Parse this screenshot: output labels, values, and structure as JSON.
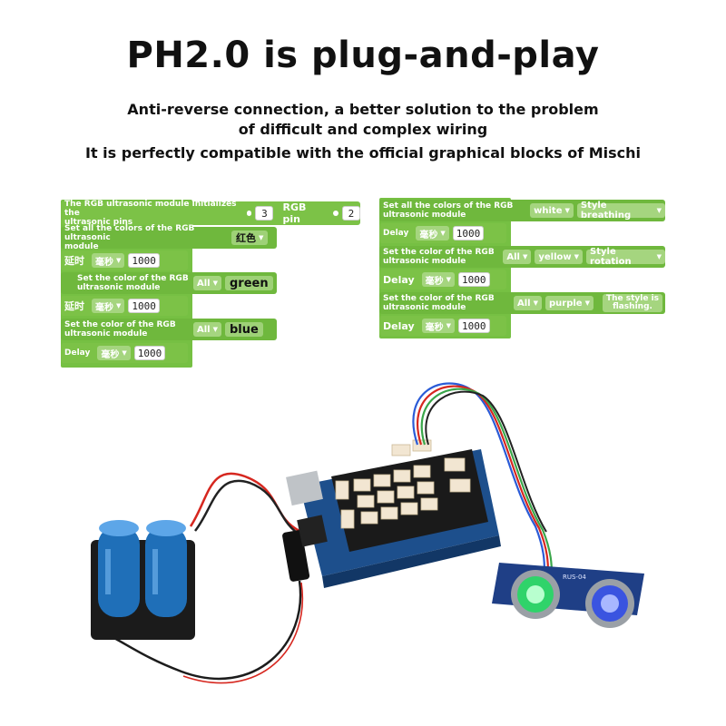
{
  "heading": {
    "title": "PH2.0 is plug-and-play",
    "subtitle_line1": "Anti-reverse connection, a better solution to the problem",
    "subtitle_line2": "of difficult and complex wiring",
    "subtitle_line3": "It is perfectly compatible with the official graphical blocks of Mischi"
  },
  "left_blocks": {
    "init_label_a": "The RGB ultrasonic module initializes the",
    "init_label_b": "ultrasonic pins",
    "init_pin_a": "3",
    "rgb_pin_label": "RGB pin",
    "rgb_pin_value": "2",
    "setall_label_a": "Set all the colors of the RGB ultrasonic",
    "setall_label_b": "module",
    "setall_color": "红色",
    "delay1_label": "延时",
    "delay1_unit": "毫秒",
    "delay1_value": "1000",
    "setcolor1_label_a": "Set the color of the RGB",
    "setcolor1_label_b": "ultrasonic module",
    "setcolor1_scope": "All",
    "setcolor1_color": "green",
    "delay2_label": "延时",
    "delay2_unit": "毫秒",
    "delay2_value": "1000",
    "setcolor2_label_a": "Set the color of the RGB",
    "setcolor2_label_b": "ultrasonic module",
    "setcolor2_scope": "All",
    "setcolor2_color": "blue",
    "delay3_label": "Delay",
    "delay3_unit": "毫秒",
    "delay3_value": "1000"
  },
  "right_blocks": {
    "setall_label_a": "Set all the colors of the RGB",
    "setall_label_b": "ultrasonic module",
    "setall_color": "white",
    "setall_style": "Style breathing",
    "delay1_label": "Delay",
    "delay1_unit": "毫秒",
    "delay1_value": "1000",
    "setcolor1_label_a": "Set the color of the RGB",
    "setcolor1_label_b": "ultrasonic module",
    "setcolor1_scope": "All",
    "setcolor1_color": "yellow",
    "setcolor1_style": "Style rotation",
    "delay2_label": "Delay",
    "delay2_unit": "毫秒",
    "delay2_value": "1000",
    "setcolor2_label_a": "Set the color of the RGB",
    "setcolor2_label_b": "ultrasonic module",
    "setcolor2_scope": "All",
    "setcolor2_color": "purple",
    "setcolor2_style_a": "The style is",
    "setcolor2_style_b": "flashing.",
    "delay3_label": "Delay",
    "delay3_unit": "毫秒",
    "delay3_value": "1000"
  },
  "photo": {
    "sensor_label": "RUS-04"
  },
  "colors": {
    "block_green": "#7cc247",
    "panel_green": "#76c043",
    "battery_blue": "#1f6fb8",
    "board_blue": "#1d4f8c",
    "shield_black": "#1a1a1a"
  }
}
